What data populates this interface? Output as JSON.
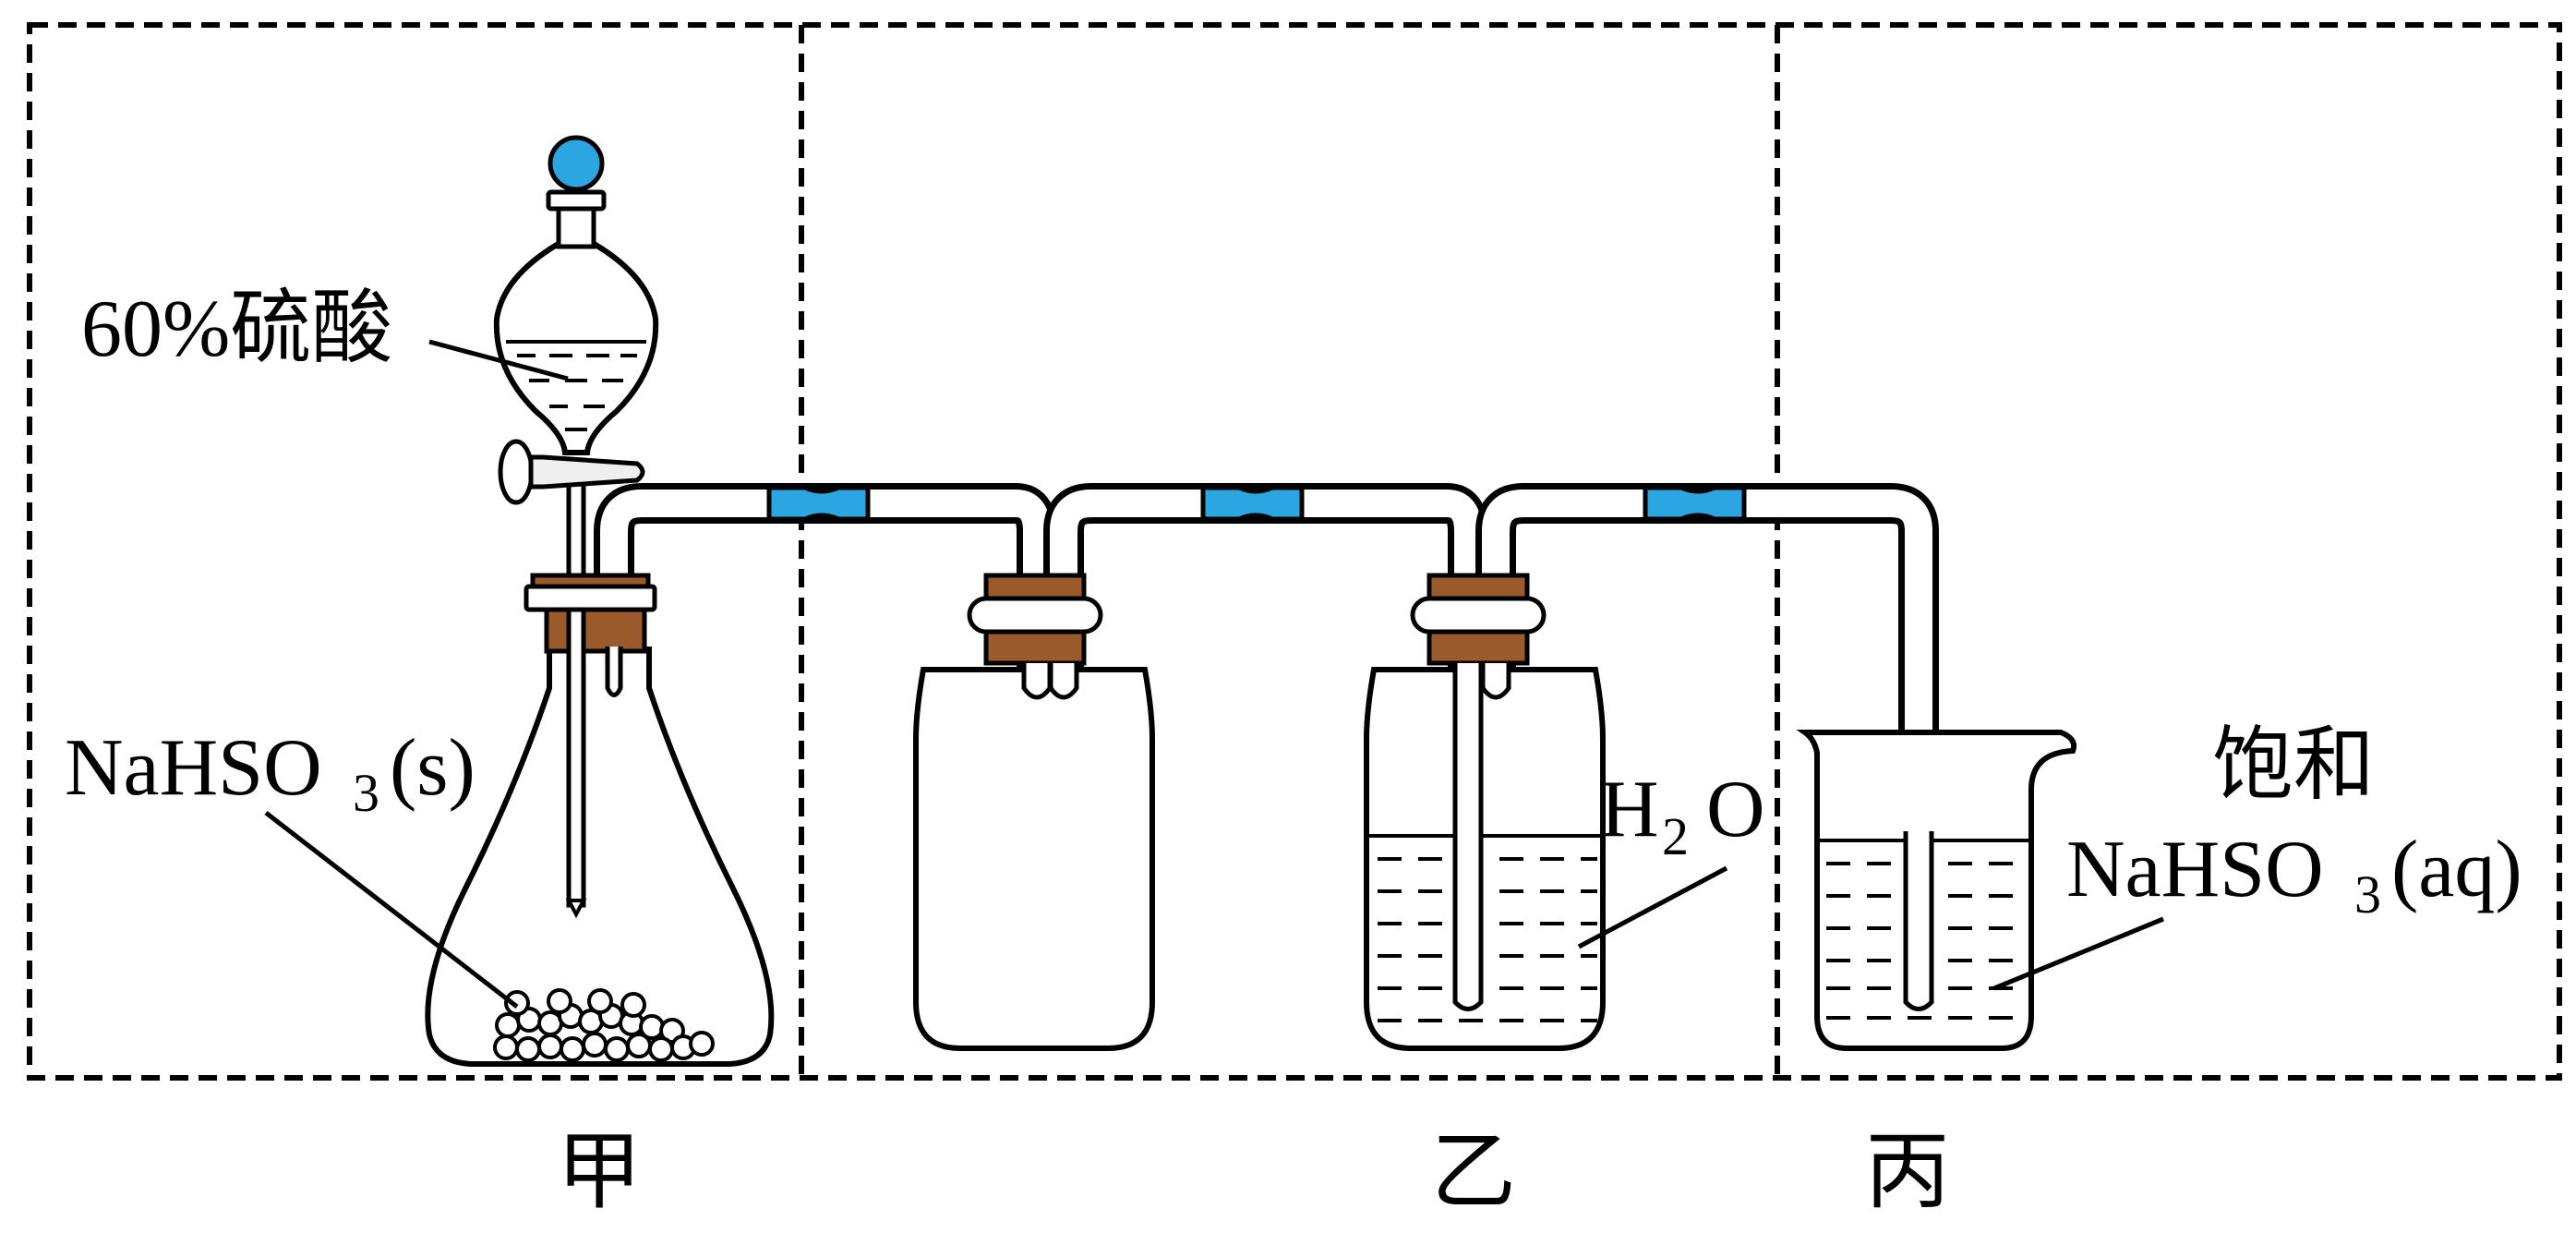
{
  "labels": {
    "acid": "60%硫酸",
    "solid_main": "NaHSO",
    "solid_sub": "3",
    "solid_state": "(s)",
    "water_h": "H",
    "water_sub": "2",
    "water_o": "O",
    "sat_line1": "饱和",
    "sat_main": "NaHSO",
    "sat_sub": "3",
    "sat_state": "(aq)"
  },
  "sections": {
    "jia": "甲",
    "yi": "乙",
    "bing": "丙"
  },
  "colors": {
    "connector_blue": "#2ba6e0",
    "stopper_brown": "#9b5a2c",
    "line": "#000000"
  }
}
